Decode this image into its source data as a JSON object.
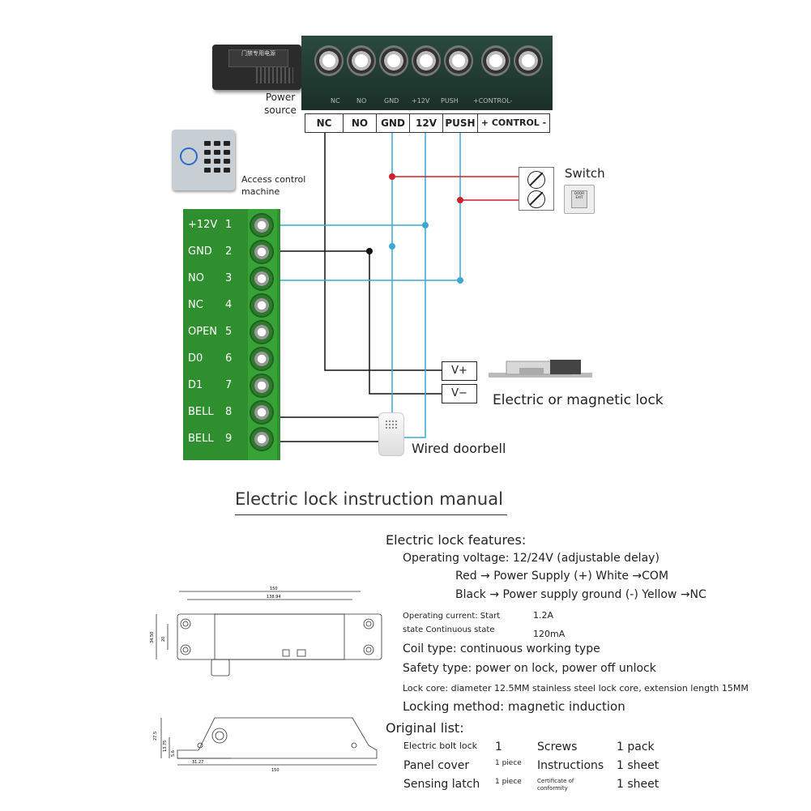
{
  "power_source": {
    "label": "Power\nsource",
    "plate_text": "门禁专用电源"
  },
  "terminal_labels": [
    "NC",
    "NO",
    "GND",
    "12V",
    "PUSH",
    "+ CONTROL -"
  ],
  "terminal_silk": [
    "NC",
    "NO",
    "GND",
    "+12V",
    "PUSH",
    "+CONTROL-"
  ],
  "access_machine": {
    "label_line1": "Access control",
    "label_line2": "machine"
  },
  "board_rows": [
    {
      "label": "+12V",
      "num": "1"
    },
    {
      "label": "GND",
      "num": "2"
    },
    {
      "label": "NO",
      "num": "3"
    },
    {
      "label": "NC",
      "num": "4"
    },
    {
      "label": "OPEN",
      "num": "5"
    },
    {
      "label": "D0",
      "num": "6"
    },
    {
      "label": "D1",
      "num": "7"
    },
    {
      "label": "BELL",
      "num": "8"
    },
    {
      "label": "BELL",
      "num": "9"
    }
  ],
  "switch": {
    "label": "Switch",
    "button_text": "DOOR EXIT"
  },
  "lock": {
    "v_plus": "V+",
    "v_minus": "V−",
    "label": "Electric or magnetic lock"
  },
  "doorbell": {
    "label": "Wired doorbell"
  },
  "manual_title": "Electric lock instruction manual",
  "features": {
    "heading": "Electric lock features:",
    "voltage": "Operating voltage: 12/24V (adjustable delay)",
    "wire1": "Red → Power Supply (+) White →COM",
    "wire2": "Black → Power supply ground (-) Yellow →NC",
    "current_label1": "Operating current: Start",
    "current_label2": "state Continuous state",
    "current_start": "1.2A",
    "current_cont": "120mA",
    "coil": "Coil type: continuous working type",
    "safety": "Safety type: power on lock, power off unlock",
    "core": "Lock core: diameter 12.5MM stainless steel lock core, extension length 15MM",
    "locking": "Locking method: magnetic induction"
  },
  "original_list": {
    "heading": "Original list:",
    "items": [
      {
        "name": "Electric bolt lock",
        "qty": "1",
        "name2": "Screws",
        "qty2": "1 pack"
      },
      {
        "name": "Panel cover",
        "qty": "1 piece",
        "name2": "Instructions",
        "qty2": "1 sheet"
      },
      {
        "name": "Sensing latch",
        "qty": "1 piece",
        "name2": "Certificate of conformity",
        "qty2": "1 sheet"
      }
    ]
  },
  "dimensions": {
    "top_outer": "150",
    "top_inner": "138.94",
    "h1": "34.50",
    "h2": "20",
    "side_len": "150",
    "side_a": "31.27",
    "side_h1": "27.5",
    "side_h2": "13.75",
    "side_h3": "5.6"
  },
  "colors": {
    "wire_blue": "#3aa8d8",
    "wire_red": "#d0202a",
    "wire_black": "#111111",
    "board_green": "#2f8f2f"
  }
}
